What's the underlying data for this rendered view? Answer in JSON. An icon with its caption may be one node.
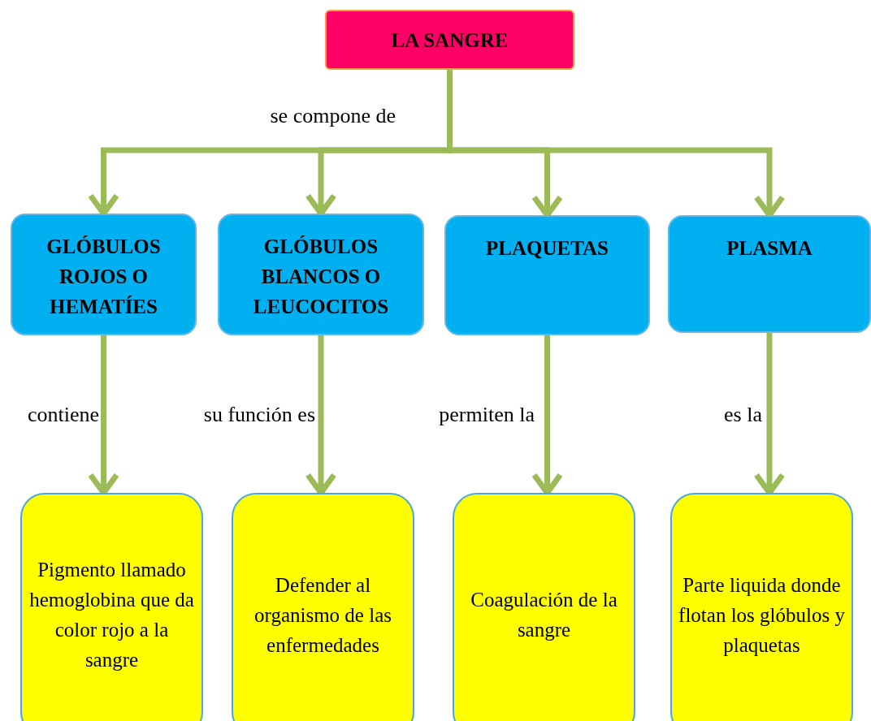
{
  "diagram": {
    "nodes": [
      {
        "text": [
          "LA SANGRE"
        ]
      },
      {
        "text": [
          "GLÓBULOS ROJOS O HEMATÍES"
        ]
      },
      {
        "text": [
          "GLÓBULOS BLANCOS O LEUCOCITOS"
        ]
      },
      {
        "text": [
          "PLAQUETAS"
        ]
      },
      {
        "text": [
          "PLASMA"
        ]
      },
      {
        "text": [
          "Pigmento llamado hemoglobina que da color rojo a la sangre"
        ]
      },
      {
        "text": [
          "Defender al organismo de las enfermedades"
        ]
      },
      {
        "text": [
          "Coagulación de la sangre"
        ]
      },
      {
        "text": [
          "Parte liquida donde flotan los glóbulos y plaquetas"
        ]
      }
    ],
    "edges": [
      {
        "from": 0,
        "to": 1,
        "arrow": "to"
      },
      {
        "from": 0,
        "to": 2,
        "arrow": "to"
      },
      {
        "from": 0,
        "to": 3,
        "arrow": "to"
      },
      {
        "from": 0,
        "to": 4,
        "arrow": "to"
      },
      {
        "from": 1,
        "to": 5,
        "arrow": "to",
        "label": "contiene"
      },
      {
        "from": 2,
        "to": 6,
        "arrow": "to",
        "label": "su función es"
      },
      {
        "from": 3,
        "to": 7,
        "arrow": "to",
        "label": "permiten la"
      },
      {
        "from": 4,
        "to": 8,
        "arrow": "to",
        "label": "es la"
      }
    ],
    "labels": [
      "se compone de"
    ]
  }
}
